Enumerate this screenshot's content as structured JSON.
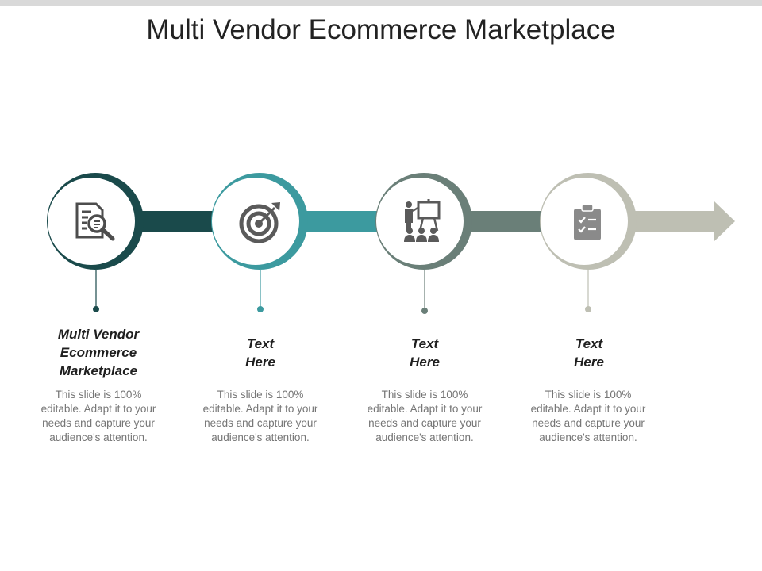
{
  "title": "Multi Vendor Ecommerce Marketplace",
  "colors": {
    "step1": "#1a4a4b",
    "step2": "#3c9a9f",
    "step3": "#6a7f78",
    "step4": "#bebfb3",
    "icon": "#5b5b5b"
  },
  "steps": [
    {
      "icon": "document-search-icon",
      "title_lines": [
        "Multi Vendor",
        "Ecommerce",
        "Marketplace"
      ],
      "desc_lines": [
        "This slide is 100%",
        "editable. Adapt it to your",
        "needs and capture your",
        "audience's attention."
      ]
    },
    {
      "icon": "target-icon",
      "title_lines": [
        "Text",
        "Here"
      ],
      "desc_lines": [
        "This slide is 100%",
        "editable. Adapt it to your",
        "needs and capture your",
        "audience's attention."
      ]
    },
    {
      "icon": "presentation-icon",
      "title_lines": [
        "Text",
        "Here"
      ],
      "desc_lines": [
        "This slide is 100%",
        "editable. Adapt it to your",
        "needs and capture your",
        "audience's attention."
      ]
    },
    {
      "icon": "clipboard-checklist-icon",
      "title_lines": [
        "Text",
        "Here"
      ],
      "desc_lines": [
        "This slide is 100%",
        "editable. Adapt it to your",
        "needs and capture your",
        "audience's attention."
      ]
    }
  ]
}
